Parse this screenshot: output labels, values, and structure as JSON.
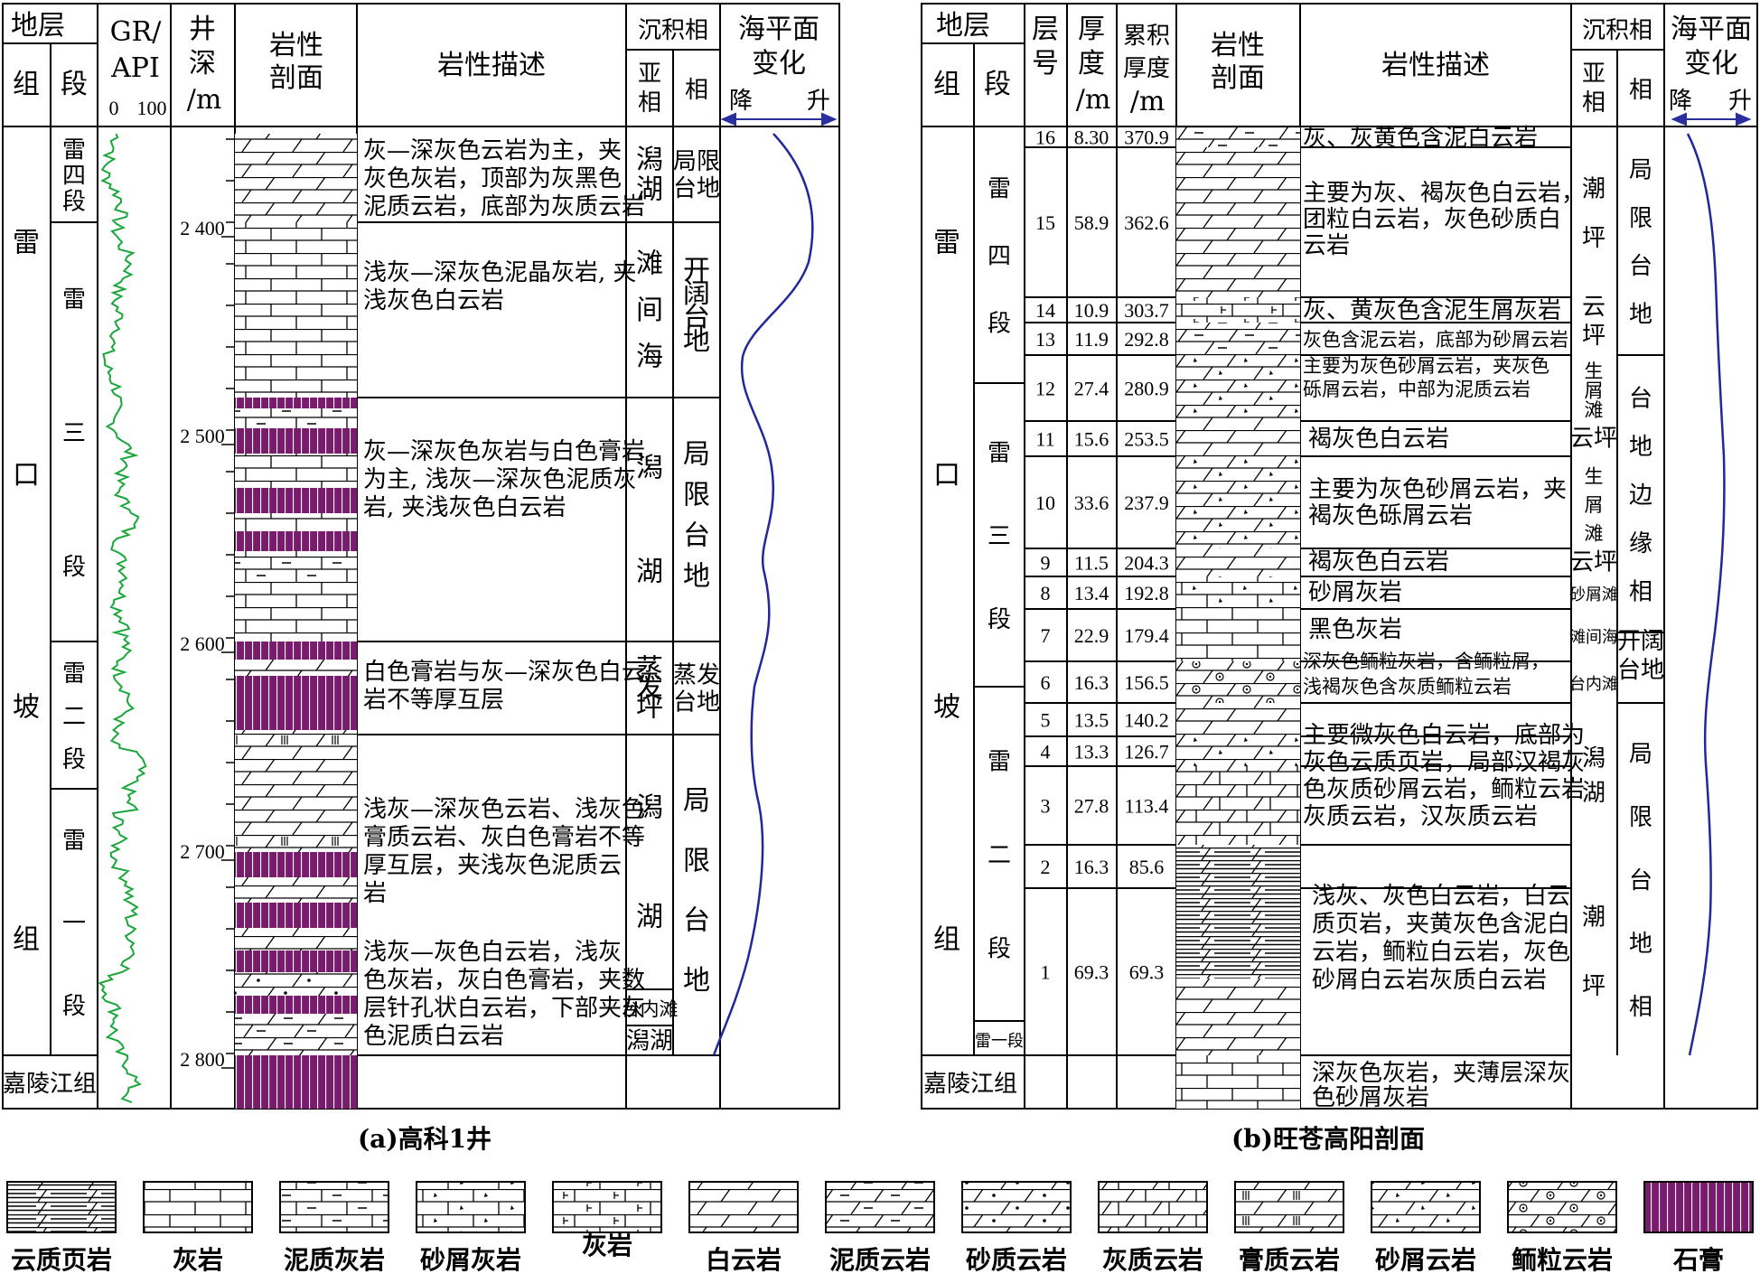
{
  "left": {
    "caption": "(a)高科1井",
    "headers": {
      "strata": "地层",
      "formation": "组",
      "member": "段",
      "gr_top": "GR/",
      "gr_bottom": "API",
      "gr_scale_min": "0",
      "gr_scale_max": "100",
      "depth_top": "井",
      "depth_mid": "深",
      "depth_unit": "/m",
      "profile_top": "岩性",
      "profile_bottom": "剖面",
      "description": "岩性描述",
      "facies": "沉积相",
      "subfacies": "亚相",
      "facies_col": "相",
      "sea_top": "海平面",
      "sea_mid": "变化",
      "sea_fall": "降",
      "sea_rise": "升"
    },
    "formation_name": "雷口坡组",
    "formation_chars": [
      "雷",
      "口",
      "坡",
      "组"
    ],
    "base_formation": "嘉陵江组",
    "members": [
      {
        "chars": [
          "雷",
          "四",
          "段"
        ]
      },
      {
        "chars": [
          "雷",
          "三",
          "段"
        ]
      },
      {
        "chars": [
          "雷",
          "二",
          "段"
        ]
      },
      {
        "chars": [
          "雷",
          "一",
          "段"
        ]
      }
    ],
    "depth_ticks": [
      "2 400",
      "2 500",
      "2 600",
      "2 700",
      "2 800"
    ],
    "descriptions": [
      [
        "灰—深灰色云岩为主，夹",
        "灰色灰岩，顶部为灰黑色",
        "泥质云岩，底部为灰质云岩"
      ],
      [
        "浅灰—深灰色泥晶灰岩, 夹",
        "浅灰色白云岩"
      ],
      [
        "灰—深灰色灰岩与白色膏岩",
        "为主, 浅灰—深灰色泥质灰",
        "岩, 夹浅灰色白云岩"
      ],
      [
        "白色膏岩与灰—深灰色白云",
        "岩不等厚互层"
      ],
      [
        "浅灰—深灰色云岩、浅灰色",
        "膏质云岩、灰白色膏岩不等",
        "厚互层，夹浅灰色泥质云",
        "岩"
      ],
      [
        "浅灰—灰色白云岩，浅灰",
        "色灰岩，灰白色膏岩，夹数",
        "层针孔状白云岩，下部夹灰",
        "色泥质白云岩"
      ]
    ],
    "subfacies": [
      [
        "潟",
        "湖"
      ],
      [
        "滩",
        "间",
        "海"
      ],
      [
        "潟",
        "湖"
      ],
      [
        "蒸",
        "发",
        "坪"
      ],
      [
        "潟",
        "湖"
      ],
      [
        "台内滩"
      ],
      [
        "潟湖"
      ]
    ],
    "facies": [
      [
        "局限",
        "台地"
      ],
      [
        "开",
        "阔",
        "台",
        "地"
      ],
      [
        "局",
        "限",
        "台",
        "地"
      ],
      [
        "蒸发",
        "台地"
      ],
      [
        "局",
        "限",
        "台",
        "地"
      ]
    ]
  },
  "right": {
    "caption": "(b)旺苍高阳剖面",
    "headers": {
      "strata": "地层",
      "formation": "组",
      "member": "段",
      "layer_no_1": "层",
      "layer_no_2": "号",
      "thick_1": "厚",
      "thick_2": "度",
      "thick_unit": "/m",
      "cum_1": "累积",
      "cum_2": "厚度",
      "cum_unit": "/m",
      "profile_top": "岩性",
      "profile_bottom": "剖面",
      "description": "岩性描述",
      "facies": "沉积相",
      "subfacies": "亚相",
      "facies_col": "相",
      "sea_top": "海平面",
      "sea_mid": "变化",
      "sea_fall": "降",
      "sea_rise": "升"
    },
    "formation_chars": [
      "雷",
      "口",
      "坡",
      "组"
    ],
    "base_formation": "嘉陵江组",
    "members": [
      {
        "chars": [
          "雷",
          "四",
          "段"
        ]
      },
      {
        "chars": [
          "雷",
          "三",
          "段"
        ]
      },
      {
        "chars": [
          "雷",
          "二",
          "段"
        ]
      },
      {
        "chars": [
          "雷一段"
        ]
      }
    ],
    "layers": [
      {
        "no": "16",
        "thick": "8.30",
        "cum": "370.9"
      },
      {
        "no": "15",
        "thick": "58.9",
        "cum": "362.6"
      },
      {
        "no": "14",
        "thick": "10.9",
        "cum": "303.7"
      },
      {
        "no": "13",
        "thick": "11.9",
        "cum": "292.8"
      },
      {
        "no": "12",
        "thick": "27.4",
        "cum": "280.9"
      },
      {
        "no": "11",
        "thick": "15.6",
        "cum": "253.5"
      },
      {
        "no": "10",
        "thick": "33.6",
        "cum": "237.9"
      },
      {
        "no": "9",
        "thick": "11.5",
        "cum": "204.3"
      },
      {
        "no": "8",
        "thick": "13.4",
        "cum": "192.8"
      },
      {
        "no": "7",
        "thick": "22.9",
        "cum": "179.4"
      },
      {
        "no": "6",
        "thick": "16.3",
        "cum": "156.5"
      },
      {
        "no": "5",
        "thick": "13.5",
        "cum": "140.2"
      },
      {
        "no": "4",
        "thick": "13.3",
        "cum": "126.7"
      },
      {
        "no": "3",
        "thick": "27.8",
        "cum": "113.4"
      },
      {
        "no": "2",
        "thick": "16.3",
        "cum": "85.6"
      },
      {
        "no": "1",
        "thick": "69.3",
        "cum": "69.3"
      }
    ],
    "descriptions": [
      [
        "灰、灰黄色含泥白云岩"
      ],
      [
        "主要为灰、褐灰色白云岩，",
        "团粒白云岩，灰色砂质白",
        "云岩"
      ],
      [
        "灰、黄灰色含泥生屑灰岩"
      ],
      [
        "灰色含泥云岩，底部为砂屑云岩"
      ],
      [
        "主要为灰色砂屑云岩，夹灰色",
        "砾屑云岩，中部为泥质云岩"
      ],
      [
        "褐灰色白云岩"
      ],
      [
        "主要为灰色砂屑云岩，夹",
        "褐灰色砾屑云岩"
      ],
      [
        "褐灰色白云岩"
      ],
      [
        "砂屑灰岩"
      ],
      [
        "黑色灰岩"
      ],
      [
        "深灰色鲕粒灰岩，含鲕粒屑，",
        "浅褐灰色含灰质鲕粒云岩"
      ],
      [
        "主要微灰色白云岩，底部为",
        "灰色云质页岩，局部汉褐灰",
        "色灰质砂屑云岩，鲕粒云岩",
        "灰质云岩，汉灰质云岩"
      ],
      [
        "浅灰、灰色白云岩，白云",
        "质页岩，夹黄灰色含泥白",
        "云岩，鲕粒白云岩，灰色",
        "砂屑白云岩灰质白云岩"
      ],
      [
        "深灰色灰岩，夹薄层深灰",
        "色砂屑灰岩"
      ]
    ],
    "subfacies": [
      [
        "潮",
        "坪"
      ],
      [
        "云",
        "坪"
      ],
      [
        "生",
        "屑",
        "滩"
      ],
      [
        "云坪"
      ],
      [
        "生",
        "屑",
        "滩"
      ],
      [
        "云坪"
      ],
      [
        "砂屑滩"
      ],
      [
        "滩间海"
      ],
      [
        "台内滩"
      ],
      [
        "潟",
        "湖"
      ],
      [
        "潮",
        "坪"
      ]
    ],
    "facies": [
      [
        "局",
        "限",
        "台",
        "地"
      ],
      [
        "台",
        "地",
        "边",
        "缘",
        "相"
      ],
      [
        "开阔",
        "台地"
      ],
      [
        "局",
        "限",
        "台",
        "地",
        "相"
      ]
    ]
  },
  "legend": [
    {
      "name": "云质页岩",
      "pattern": "dolomitic-shale"
    },
    {
      "name": "灰岩",
      "pattern": "limestone"
    },
    {
      "name": "泥质灰岩",
      "pattern": "argillaceous-limestone"
    },
    {
      "name": "砂屑灰岩",
      "pattern": "calcarenite"
    },
    {
      "name": "灰岩",
      "pattern": "bioclastic-limestone"
    },
    {
      "name": "白云岩",
      "pattern": "dolomite"
    },
    {
      "name": "泥质云岩",
      "pattern": "argillaceous-dolomite"
    },
    {
      "name": "砂质云岩",
      "pattern": "sandy-dolomite"
    },
    {
      "name": "灰质云岩",
      "pattern": "calcareous-dolomite"
    },
    {
      "name": "膏质云岩",
      "pattern": "gypsiferous-dolomite"
    },
    {
      "name": "砂屑云岩",
      "pattern": "dolarenite"
    },
    {
      "name": "鲕粒云岩",
      "pattern": "oolitic-dolomite"
    },
    {
      "name": "石膏",
      "pattern": "gypsum"
    }
  ],
  "colors": {
    "gr_curve": "#1aa63a",
    "sea_curve": "#22279a",
    "gypsum": "#7a1c6e",
    "sea_arrow": "#2a2fa0"
  }
}
